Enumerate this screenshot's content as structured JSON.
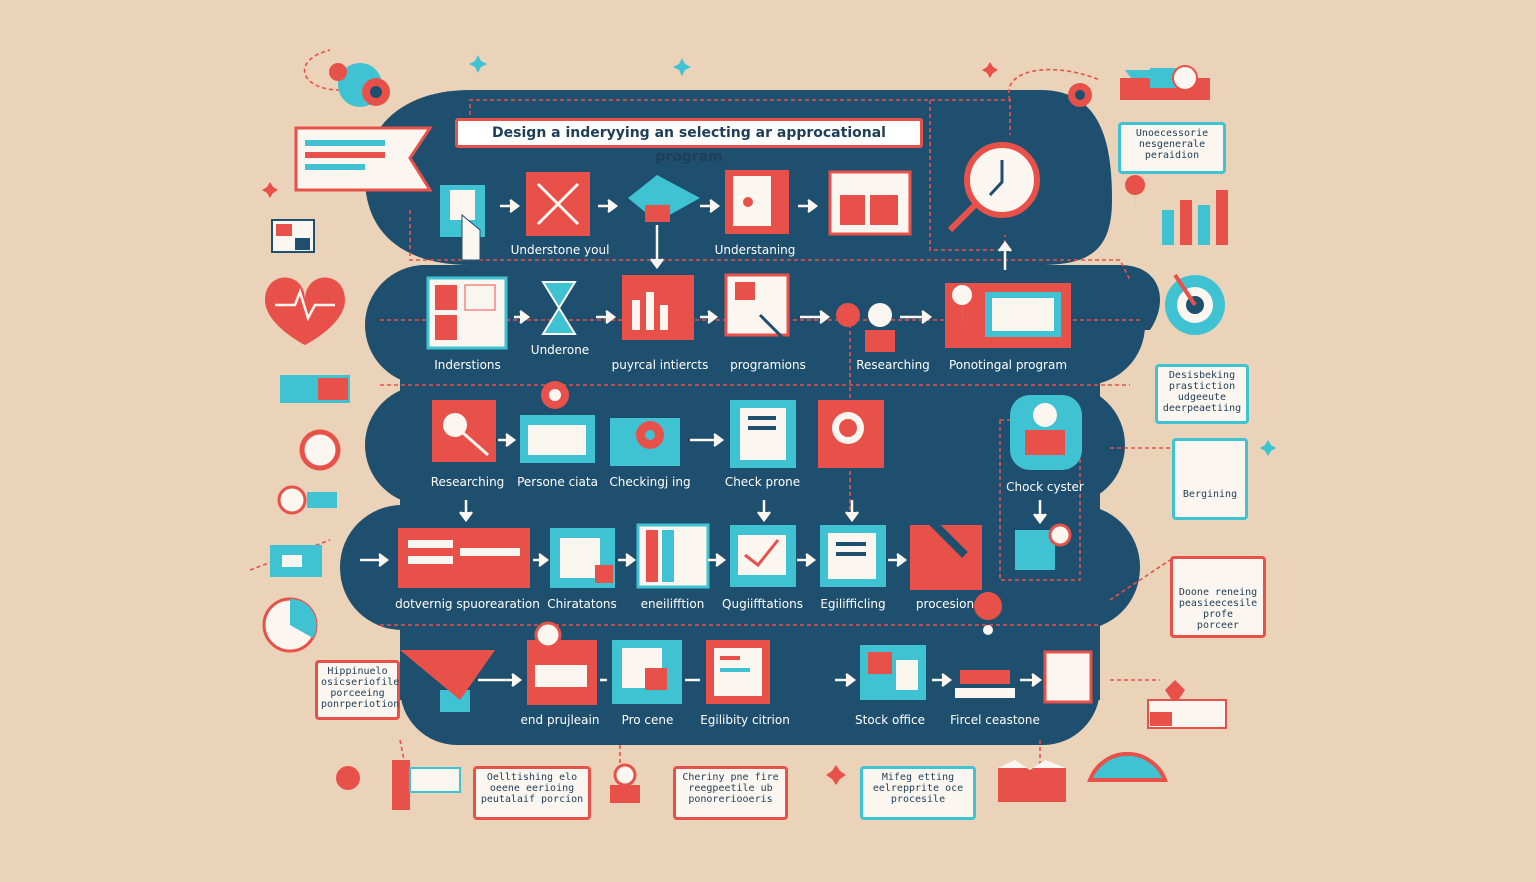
{
  "title": "Design a inderyying an selecting ar approcational program",
  "colors": {
    "background": "#ead3b8",
    "navy": "#1f4f6e",
    "coral": "#e8514a",
    "cyan": "#3fc3d2",
    "cream": "#fbf6f0"
  },
  "rows": [
    {
      "labels": [
        "Understone youl",
        "Understaning"
      ]
    },
    {
      "labels": [
        "Inderstions",
        "Underone",
        "puyrcal intiercts",
        "programions",
        "Researching",
        "Ponotingal program"
      ]
    },
    {
      "labels": [
        "Researching",
        "Persone ciata",
        "Checkingj ing",
        "Check prone",
        "Chock cyster"
      ]
    },
    {
      "labels": [
        "dotvernig spuorearation",
        "Chiratatons",
        "eneilifftion",
        "Qugiifftations",
        "Egilifficling",
        "procesion"
      ]
    },
    {
      "labels": [
        "end prujleain",
        "Pro cene",
        "Egilibity citrion",
        "Stock office",
        "Fircel ceastone"
      ]
    }
  ],
  "side_cards": {
    "top_right": [
      "Unoecessorie",
      "nesgenerale",
      "peraidion"
    ],
    "mid_right": [
      "Desisbeking",
      "prastiction",
      "udgeeute",
      "deerpeaetiing"
    ],
    "right_badge": "Bergining",
    "lower_right": [
      "Doone reneing",
      "peasieecesile",
      "profe",
      "porceer"
    ],
    "left": [
      "Hippinuelo",
      "osicseriofile",
      "porceeing",
      "ponrperiotion"
    ],
    "bottom_1": [
      "Oelltishing elo",
      "oeene eerioing",
      "peutalaif porcion"
    ],
    "bottom_2": [
      "Cheriny pne fire",
      "reegpeetile ub",
      "ponoreriooeris"
    ],
    "bottom_3": [
      "Mifeg etting",
      "eelrepprite oce",
      "procesile"
    ]
  }
}
